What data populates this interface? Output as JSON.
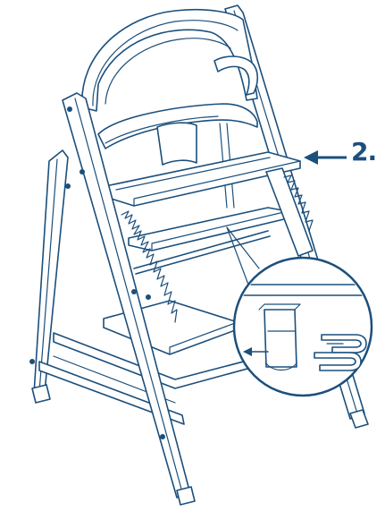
{
  "figure": {
    "step_label": "2.",
    "line_color": "#1b4f7c",
    "background": "#ffffff",
    "icons": [
      "high-chair-illustration",
      "callout-arrow-icon",
      "zoom-detail-circle",
      "strap-clip-icon"
    ]
  }
}
